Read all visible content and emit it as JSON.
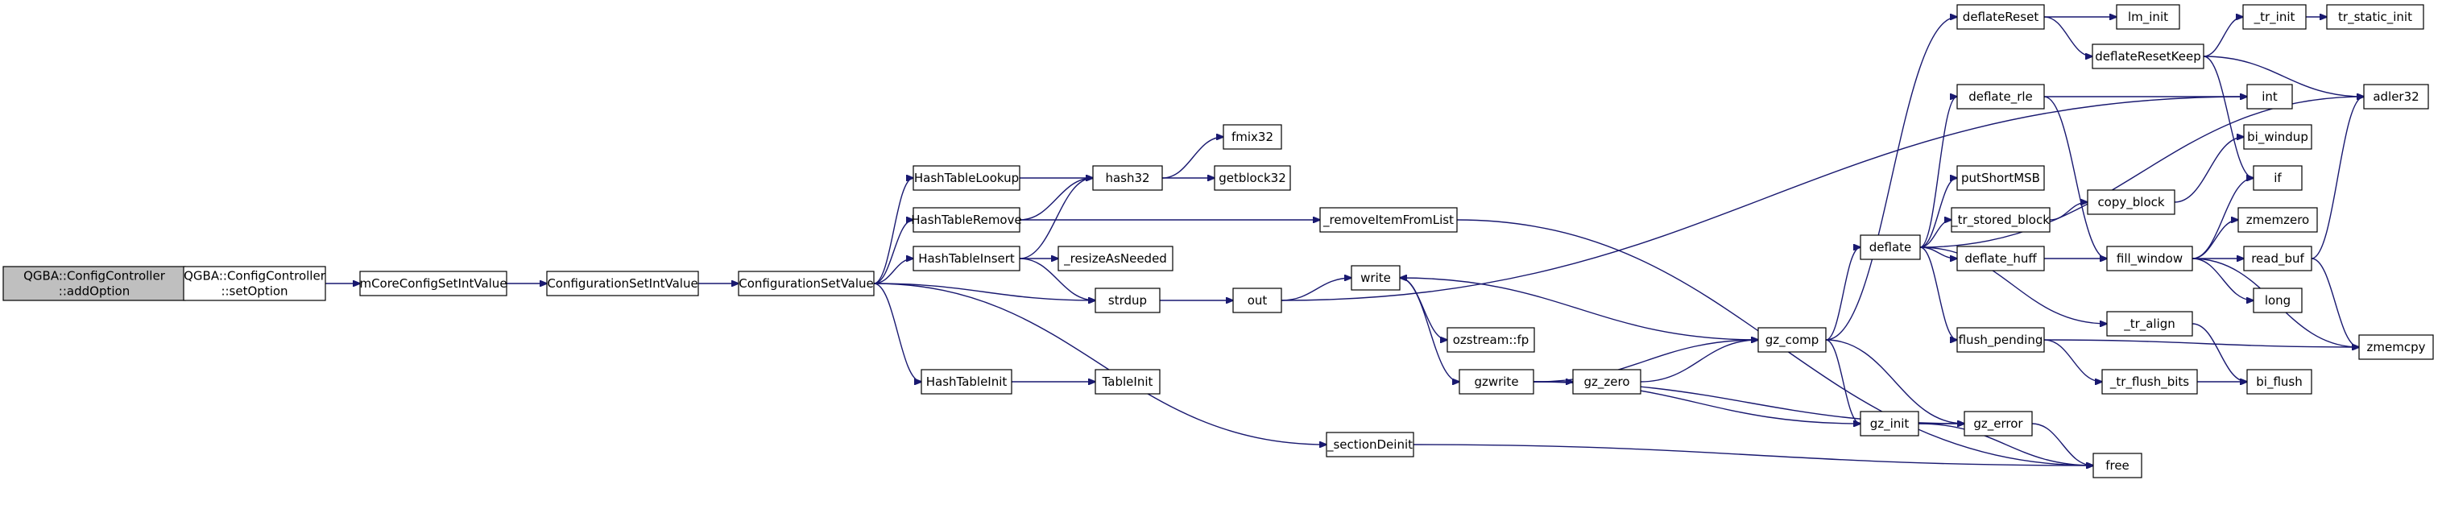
{
  "nodes": [
    {
      "id": "qgba_add",
      "lines": [
        "QGBA::ConfigController",
        "::addOption"
      ],
      "style": "root"
    },
    {
      "id": "qgba_set",
      "lines": [
        "QGBA::ConfigController",
        "::setOption"
      ],
      "style": "normal"
    },
    {
      "id": "mcore",
      "lines": [
        "mCoreConfigSetIntValue"
      ],
      "style": "normal"
    },
    {
      "id": "confint",
      "lines": [
        "ConfigurationSetIntValue"
      ],
      "style": "normal"
    },
    {
      "id": "confval",
      "lines": [
        "ConfigurationSetValue"
      ],
      "style": "normal"
    },
    {
      "id": "htlookup",
      "lines": [
        "HashTableLookup"
      ],
      "style": "normal"
    },
    {
      "id": "htremove",
      "lines": [
        "HashTableRemove"
      ],
      "style": "normal"
    },
    {
      "id": "htinsert",
      "lines": [
        "HashTableInsert"
      ],
      "style": "normal"
    },
    {
      "id": "htinit",
      "lines": [
        "HashTableInit"
      ],
      "style": "normal"
    },
    {
      "id": "tableinit",
      "lines": [
        "TableInit"
      ],
      "style": "normal"
    },
    {
      "id": "hash32",
      "lines": [
        "hash32"
      ],
      "style": "normal"
    },
    {
      "id": "fmix32",
      "lines": [
        "fmix32"
      ],
      "style": "normal"
    },
    {
      "id": "getblock32",
      "lines": [
        "getblock32"
      ],
      "style": "normal"
    },
    {
      "id": "resize",
      "lines": [
        "_resizeAsNeeded"
      ],
      "style": "normal"
    },
    {
      "id": "strdup",
      "lines": [
        "strdup"
      ],
      "style": "normal"
    },
    {
      "id": "out",
      "lines": [
        "out"
      ],
      "style": "normal"
    },
    {
      "id": "removeitem",
      "lines": [
        "_removeItemFromList"
      ],
      "style": "normal"
    },
    {
      "id": "write",
      "lines": [
        "write"
      ],
      "style": "normal"
    },
    {
      "id": "ozstream",
      "lines": [
        "ozstream::fp"
      ],
      "style": "normal"
    },
    {
      "id": "gzwrite",
      "lines": [
        "gzwrite"
      ],
      "style": "normal"
    },
    {
      "id": "gzzero",
      "lines": [
        "gz_zero"
      ],
      "style": "normal"
    },
    {
      "id": "section",
      "lines": [
        "_sectionDeinit"
      ],
      "style": "normal"
    },
    {
      "id": "gzcomp",
      "lines": [
        "gz_comp"
      ],
      "style": "normal"
    },
    {
      "id": "gzinit",
      "lines": [
        "gz_init"
      ],
      "style": "normal"
    },
    {
      "id": "gzerror",
      "lines": [
        "gz_error"
      ],
      "style": "normal"
    },
    {
      "id": "free",
      "lines": [
        "free"
      ],
      "style": "normal"
    },
    {
      "id": "deflate",
      "lines": [
        "deflate"
      ],
      "style": "normal"
    },
    {
      "id": "deflatereset",
      "lines": [
        "deflateReset"
      ],
      "style": "normal"
    },
    {
      "id": "lminit",
      "lines": [
        "lm_init"
      ],
      "style": "normal"
    },
    {
      "id": "resetkeep",
      "lines": [
        "deflateResetKeep"
      ],
      "style": "normal"
    },
    {
      "id": "trinit",
      "lines": [
        "_tr_init"
      ],
      "style": "red"
    },
    {
      "id": "trstatic",
      "lines": [
        "tr_static_init"
      ],
      "style": "red"
    },
    {
      "id": "adler32",
      "lines": [
        "adler32"
      ],
      "style": "normal"
    },
    {
      "id": "int",
      "lines": [
        "int"
      ],
      "style": "normal"
    },
    {
      "id": "deflaterle",
      "lines": [
        "deflate_rle"
      ],
      "style": "normal"
    },
    {
      "id": "putshort",
      "lines": [
        "putShortMSB"
      ],
      "style": "normal"
    },
    {
      "id": "trstored",
      "lines": [
        "_tr_stored_block"
      ],
      "style": "normal"
    },
    {
      "id": "copyblock",
      "lines": [
        "copy_block"
      ],
      "style": "normal"
    },
    {
      "id": "biwindup",
      "lines": [
        "bi_windup"
      ],
      "style": "normal"
    },
    {
      "id": "if",
      "lines": [
        "if"
      ],
      "style": "normal"
    },
    {
      "id": "zmemzero",
      "lines": [
        "zmemzero"
      ],
      "style": "normal"
    },
    {
      "id": "deflatehuff",
      "lines": [
        "deflate_huff"
      ],
      "style": "normal"
    },
    {
      "id": "fillwindow",
      "lines": [
        "fill_window"
      ],
      "style": "normal"
    },
    {
      "id": "readbuf",
      "lines": [
        "read_buf"
      ],
      "style": "normal"
    },
    {
      "id": "long",
      "lines": [
        "long"
      ],
      "style": "normal"
    },
    {
      "id": "tralign",
      "lines": [
        "_tr_align"
      ],
      "style": "normal"
    },
    {
      "id": "zmemcpy",
      "lines": [
        "zmemcpy"
      ],
      "style": "normal"
    },
    {
      "id": "flushpending",
      "lines": [
        "flush_pending"
      ],
      "style": "normal"
    },
    {
      "id": "trflushbits",
      "lines": [
        "_tr_flush_bits"
      ],
      "style": "normal"
    },
    {
      "id": "biflush",
      "lines": [
        "bi_flush"
      ],
      "style": "normal"
    }
  ],
  "edges": [
    [
      "qgba_add",
      "qgba_set"
    ],
    [
      "qgba_set",
      "mcore"
    ],
    [
      "mcore",
      "confint"
    ],
    [
      "confint",
      "confval"
    ],
    [
      "confval",
      "htlookup"
    ],
    [
      "confval",
      "htremove"
    ],
    [
      "confval",
      "htinsert"
    ],
    [
      "confval",
      "strdup"
    ],
    [
      "confval",
      "htinit"
    ],
    [
      "confval",
      "section"
    ],
    [
      "htlookup",
      "hash32"
    ],
    [
      "htremove",
      "hash32"
    ],
    [
      "htremove",
      "removeitem"
    ],
    [
      "htinsert",
      "hash32"
    ],
    [
      "htinsert",
      "resize"
    ],
    [
      "htinsert",
      "strdup"
    ],
    [
      "hash32",
      "fmix32"
    ],
    [
      "hash32",
      "getblock32"
    ],
    [
      "htinit",
      "tableinit"
    ],
    [
      "strdup",
      "out"
    ],
    [
      "out",
      "int"
    ],
    [
      "out",
      "write"
    ],
    [
      "removeitem",
      "free"
    ],
    [
      "section",
      "free"
    ],
    [
      "write",
      "ozstream"
    ],
    [
      "write",
      "gzwrite"
    ],
    [
      "gzwrite",
      "gzzero"
    ],
    [
      "gzwrite",
      "gzcomp"
    ],
    [
      "gzwrite",
      "gzinit"
    ],
    [
      "gzwrite",
      "gzerror"
    ],
    [
      "gzzero",
      "gzcomp"
    ],
    [
      "gzcomp",
      "write"
    ],
    [
      "gzcomp",
      "deflatereset"
    ],
    [
      "gzcomp",
      "deflate"
    ],
    [
      "gzcomp",
      "gzinit"
    ],
    [
      "gzcomp",
      "gzerror"
    ],
    [
      "gzinit",
      "gzerror"
    ],
    [
      "gzinit",
      "free"
    ],
    [
      "gzerror",
      "free"
    ],
    [
      "deflatereset",
      "lminit"
    ],
    [
      "deflatereset",
      "resetkeep"
    ],
    [
      "resetkeep",
      "trinit"
    ],
    [
      "resetkeep",
      "adler32"
    ],
    [
      "resetkeep",
      "if"
    ],
    [
      "trinit",
      "trstatic"
    ],
    [
      "deflate",
      "deflaterle"
    ],
    [
      "deflate",
      "adler32"
    ],
    [
      "deflate",
      "putshort"
    ],
    [
      "deflate",
      "trstored"
    ],
    [
      "deflate",
      "deflatehuff"
    ],
    [
      "deflate",
      "tralign"
    ],
    [
      "deflate",
      "flushpending"
    ],
    [
      "deflaterle",
      "int"
    ],
    [
      "deflaterle",
      "fillwindow"
    ],
    [
      "trstored",
      "copyblock"
    ],
    [
      "copyblock",
      "biwindup"
    ],
    [
      "deflatehuff",
      "fillwindow"
    ],
    [
      "fillwindow",
      "if"
    ],
    [
      "fillwindow",
      "zmemzero"
    ],
    [
      "fillwindow",
      "readbuf"
    ],
    [
      "fillwindow",
      "long"
    ],
    [
      "fillwindow",
      "zmemcpy"
    ],
    [
      "readbuf",
      "adler32"
    ],
    [
      "readbuf",
      "zmemcpy"
    ],
    [
      "tralign",
      "biflush"
    ],
    [
      "flushpending",
      "trflushbits"
    ],
    [
      "flushpending",
      "zmemcpy"
    ],
    [
      "trflushbits",
      "biflush"
    ]
  ],
  "colors": {
    "edge": "#191970",
    "node_fill": "#ffffff",
    "node_border": "#000000",
    "root_fill": "#bfbfbf",
    "red_border": "#ff0000"
  }
}
